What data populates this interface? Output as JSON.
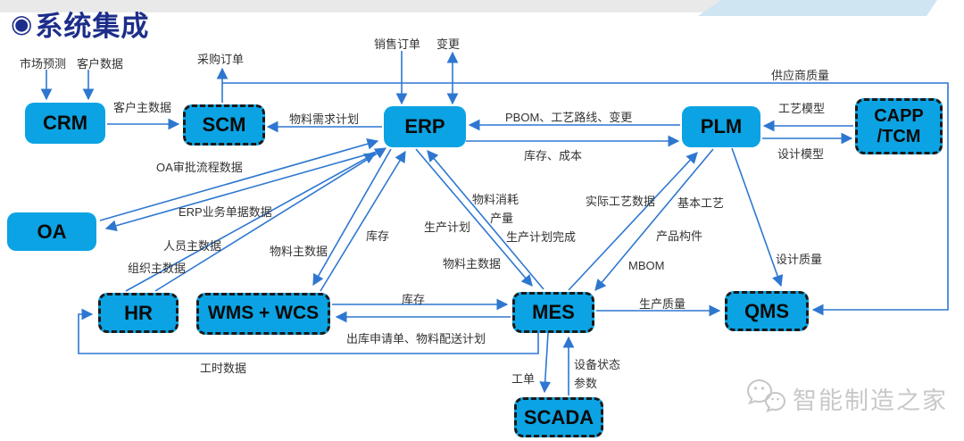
{
  "title": {
    "text": "系统集成"
  },
  "icons": {
    "title_bullet": "◉",
    "watermark_icon": "wechat-bubbles-icon"
  },
  "colors": {
    "node_fill": "#0ba3e3",
    "line": "#2e77d0",
    "title": "#1d2d8a",
    "watermark": "#c8c8c8",
    "top_band_gray": "#e9e9e9",
    "top_band_blue": "#cfe5f2"
  },
  "nodes": {
    "crm": {
      "label": "CRM"
    },
    "scm": {
      "label": "SCM"
    },
    "erp": {
      "label": "ERP"
    },
    "plm": {
      "label": "PLM"
    },
    "capp": {
      "line1": "CAPP",
      "line2": "/TCM"
    },
    "oa": {
      "label": "OA"
    },
    "hr": {
      "label": "HR"
    },
    "wms": {
      "label": "WMS + WCS"
    },
    "mes": {
      "label": "MES"
    },
    "qms": {
      "label": "QMS"
    },
    "scada": {
      "label": "SCADA"
    }
  },
  "edge_labels": {
    "market_forecast": "市场预测",
    "customer_data": "客户数据",
    "customer_master": "客户主数据",
    "purchase_order": "采购订单",
    "sales_order": "销售订单",
    "change": "变更",
    "supplier_quality": "供应商质量",
    "material_req_plan": "物料需求计划",
    "pbom_route_change": "PBOM、工艺路线、变更",
    "inventory_cost": "库存、成本",
    "process_model": "工艺模型",
    "design_model": "设计模型",
    "oa_approval": "OA审批流程数据",
    "erp_docs": "ERP业务单据数据",
    "personnel_master": "人员主数据",
    "org_master": "组织主数据",
    "material_master_wms": "物料主数据",
    "inventory_to_erp": "库存",
    "production_plan": "生产计划",
    "material_consumption": "物料消耗",
    "output": "产量",
    "plan_completion": "生产计划完成",
    "material_master_mes": "物料主数据",
    "inventory_to_mes": "库存",
    "outbound_delivery": "出库申请单、物料配送计划",
    "actual_process": "实际工艺数据",
    "basic_process": "基本工艺",
    "product_component": "产品构件",
    "mbom": "MBOM",
    "design_quality": "设计质量",
    "production_quality": "生产质量",
    "working_hours": "工时数据",
    "work_order": "工单",
    "device_status": "设备状态",
    "parameters": "参数"
  },
  "watermark": {
    "text": "智能制造之家"
  }
}
